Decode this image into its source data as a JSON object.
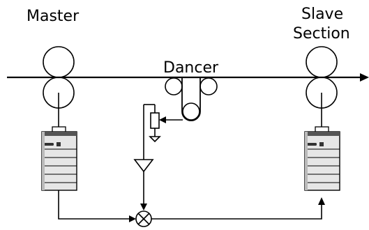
{
  "labels": {
    "master": "Master",
    "dancer": "Dancer",
    "slave_line1": "Slave",
    "slave_line2": "Section"
  },
  "colors": {
    "line": "#000000",
    "drive_fill": "#e6e6e6",
    "drive_dark": "#333333"
  }
}
